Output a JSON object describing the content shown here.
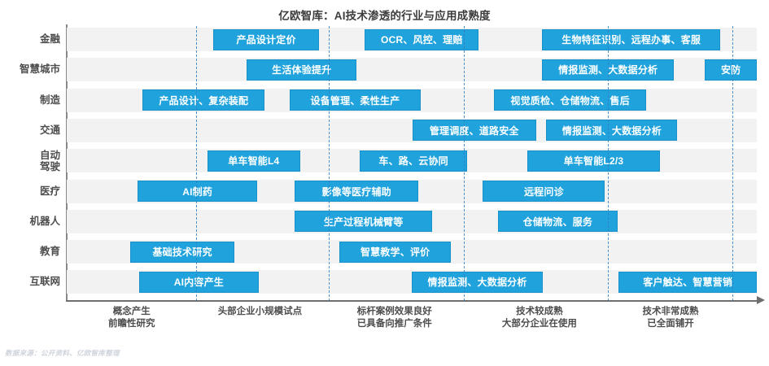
{
  "chart_data": {
    "type": "table",
    "title": "亿欧智库：AI技术渗透的行业与应用成熟度",
    "xlabel": "",
    "ylabel": "",
    "grid": false,
    "legend": "none",
    "accent_color": "#20a3dc",
    "band_color": "#f2f2f2",
    "divider_color": "#2f7fc1",
    "x_axis_type": "maturity-stage",
    "stages": [
      {
        "id": "stage-1",
        "line1": "概念产生",
        "line2": "前瞻性研究",
        "center_pct": 9.4
      },
      {
        "id": "stage-2",
        "line1": "头部企业小规模试点",
        "line2": "",
        "center_pct": 28.0
      },
      {
        "id": "stage-3",
        "line1": "标杆案例效果良好",
        "line2": "已具备向推广条件",
        "center_pct": 47.5
      },
      {
        "id": "stage-4",
        "line1": "技术较成熟",
        "line2": "大部分企业在使用",
        "center_pct": 68.5
      },
      {
        "id": "stage-5",
        "line1": "技术非常成熟",
        "line2": "已全面铺开",
        "center_pct": 87.5
      }
    ],
    "dividers_pct": [
      18.8,
      38.0,
      57.5,
      78.4,
      96.5
    ],
    "categories": [
      {
        "name": "金融",
        "line1": "金融",
        "line2": ""
      },
      {
        "name": "智慧城市",
        "line1": "智慧城市",
        "line2": ""
      },
      {
        "name": "制造",
        "line1": "制造",
        "line2": ""
      },
      {
        "name": "交通",
        "line1": "交通",
        "line2": ""
      },
      {
        "name": "自动驾驶",
        "line1": "自动",
        "line2": "驾驶"
      },
      {
        "name": "医疗",
        "line1": "医疗",
        "line2": ""
      },
      {
        "name": "机器人",
        "line1": "机器人",
        "line2": ""
      },
      {
        "name": "教育",
        "line1": "教育",
        "line2": ""
      },
      {
        "name": "互联网",
        "line1": "互联网",
        "line2": ""
      }
    ],
    "rows": [
      {
        "category": "金融",
        "items": [
          {
            "label": "产品设计定价",
            "start_pct": 21.2,
            "end_pct": 36.6
          },
          {
            "label": "OCR、风控、理赔",
            "start_pct": 43.2,
            "end_pct": 59.7
          },
          {
            "label": "生物特征识别、远程办事、客服",
            "start_pct": 68.9,
            "end_pct": 94.7
          }
        ]
      },
      {
        "category": "智慧城市",
        "items": [
          {
            "label": "生活体验提升",
            "start_pct": 26.1,
            "end_pct": 42.0
          },
          {
            "label": "情报监测、大数据分析",
            "start_pct": 68.9,
            "end_pct": 88.0
          },
          {
            "label": "安防",
            "start_pct": 92.5,
            "end_pct": 100.0
          }
        ]
      },
      {
        "category": "制造",
        "items": [
          {
            "label": "产品设计、复杂装配",
            "start_pct": 11.0,
            "end_pct": 28.7
          },
          {
            "label": "设备管理、柔性生产",
            "start_pct": 32.3,
            "end_pct": 51.3
          },
          {
            "label": "视觉质检、仓储物流、售后",
            "start_pct": 61.9,
            "end_pct": 84.0
          }
        ]
      },
      {
        "category": "交通",
        "items": [
          {
            "label": "管理调度、道路安全",
            "start_pct": 50.1,
            "end_pct": 68.0
          },
          {
            "label": "情报监测、大数据分析",
            "start_pct": 69.5,
            "end_pct": 88.5
          }
        ]
      },
      {
        "category": "自动驾驶",
        "items": [
          {
            "label": "单车智能L4",
            "start_pct": 20.4,
            "end_pct": 33.8
          },
          {
            "label": "车、路、云协同",
            "start_pct": 42.5,
            "end_pct": 58.0
          },
          {
            "label": "单车智能L2/3",
            "start_pct": 66.7,
            "end_pct": 86.0
          }
        ]
      },
      {
        "category": "医疗",
        "items": [
          {
            "label": "AI制药",
            "start_pct": 10.3,
            "end_pct": 27.6
          },
          {
            "label": "影像等医疗辅助",
            "start_pct": 33.0,
            "end_pct": 51.0
          },
          {
            "label": "远程问诊",
            "start_pct": 60.3,
            "end_pct": 78.0
          }
        ]
      },
      {
        "category": "机器人",
        "items": [
          {
            "label": "生产过程机械臂等",
            "start_pct": 33.0,
            "end_pct": 53.0
          },
          {
            "label": "仓储物流、服务",
            "start_pct": 62.5,
            "end_pct": 79.8
          }
        ]
      },
      {
        "category": "教育",
        "items": [
          {
            "label": "基础技术研究",
            "start_pct": 9.2,
            "end_pct": 24.3
          },
          {
            "label": "智慧教学、评价",
            "start_pct": 39.5,
            "end_pct": 55.7
          }
        ]
      },
      {
        "category": "互联网",
        "items": [
          {
            "label": "AI内容产生",
            "start_pct": 10.5,
            "end_pct": 27.8
          },
          {
            "label": "情报监测、大数据分析",
            "start_pct": 50.0,
            "end_pct": 69.0
          },
          {
            "label": "客户触达、智慧营销",
            "start_pct": 80.0,
            "end_pct": 100.0
          }
        ]
      }
    ]
  },
  "footer": {
    "source_note": "数据来源：公开资料、亿欧智库整理"
  }
}
